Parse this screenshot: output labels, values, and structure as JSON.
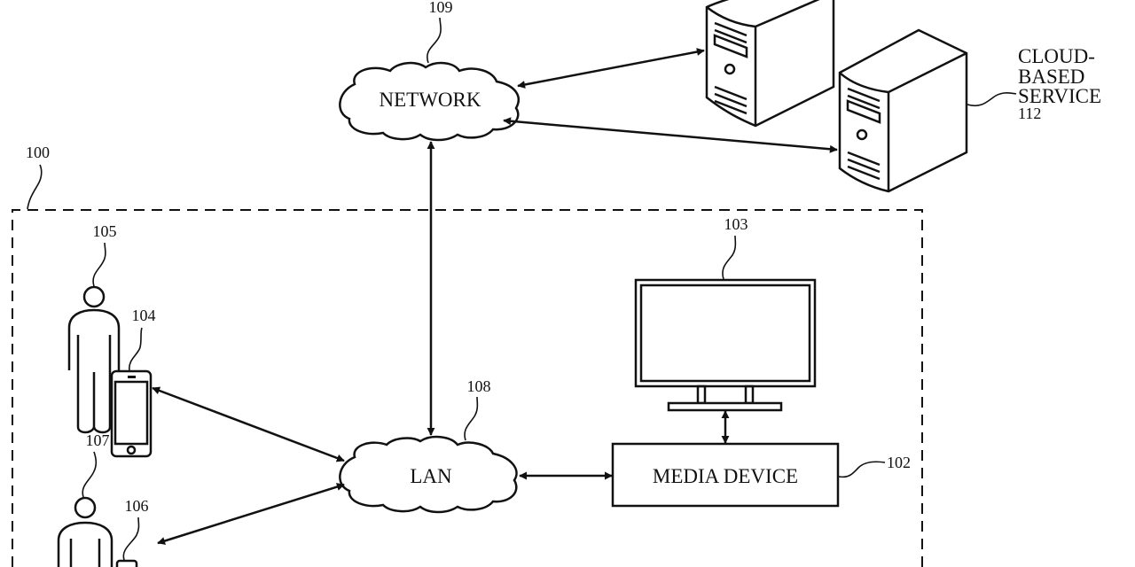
{
  "diagram": {
    "nodes": {
      "network": {
        "label": "NETWORK",
        "ref": "109"
      },
      "lan": {
        "label": "LAN",
        "ref": "108"
      },
      "media_device": {
        "label": "MEDIA DEVICE",
        "ref": "102"
      },
      "display": {
        "ref": "103"
      },
      "mobile_device": {
        "ref": "104"
      },
      "user_one": {
        "ref": "105"
      },
      "second_device": {
        "ref": "106"
      },
      "user_two": {
        "ref": "107"
      },
      "system_boundary": {
        "ref": "100"
      },
      "cloud_service": {
        "label_lines": [
          "CLOUD-",
          "BASED",
          "SERVICE"
        ],
        "ref": "112"
      }
    },
    "edges": [
      {
        "from": "network",
        "to": "server-1",
        "direction": "bidirectional"
      },
      {
        "from": "network",
        "to": "server-2",
        "direction": "bidirectional"
      },
      {
        "from": "network",
        "to": "lan",
        "direction": "bidirectional"
      },
      {
        "from": "mobile_device",
        "to": "lan",
        "direction": "bidirectional"
      },
      {
        "from": "second_device",
        "to": "lan",
        "direction": "bidirectional"
      },
      {
        "from": "lan",
        "to": "media_device",
        "direction": "bidirectional"
      },
      {
        "from": "media_device",
        "to": "display",
        "direction": "bidirectional"
      }
    ]
  }
}
